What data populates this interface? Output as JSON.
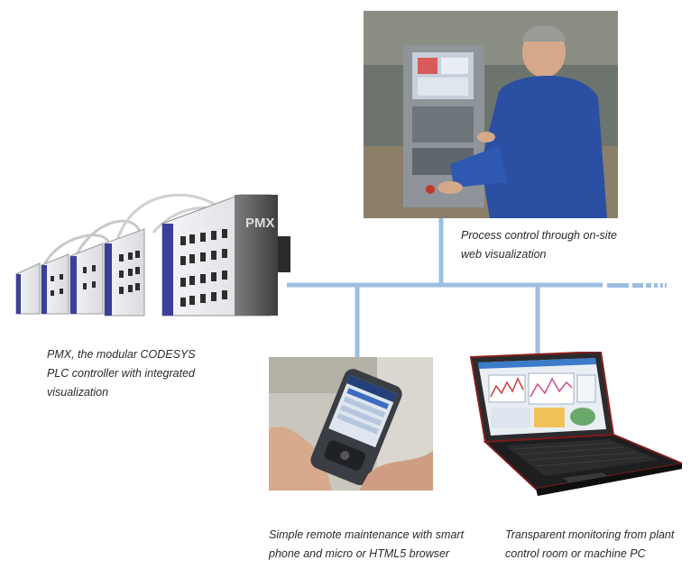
{
  "product_label": "PMX",
  "captions": {
    "plc": [
      "PMX, the modular CODESYS",
      "PLC controller with integrated",
      "visualization"
    ],
    "operator": [
      "Process control through on-site",
      "web visualization"
    ],
    "phone": [
      "Simple remote maintenance with smart",
      "phone and micro or HTML5 browser"
    ],
    "laptop": [
      "Transparent monitoring from plant",
      "control room or machine PC"
    ]
  },
  "colors": {
    "network_line": "#9cbfe0",
    "module_accent": "#3a3f9a"
  }
}
